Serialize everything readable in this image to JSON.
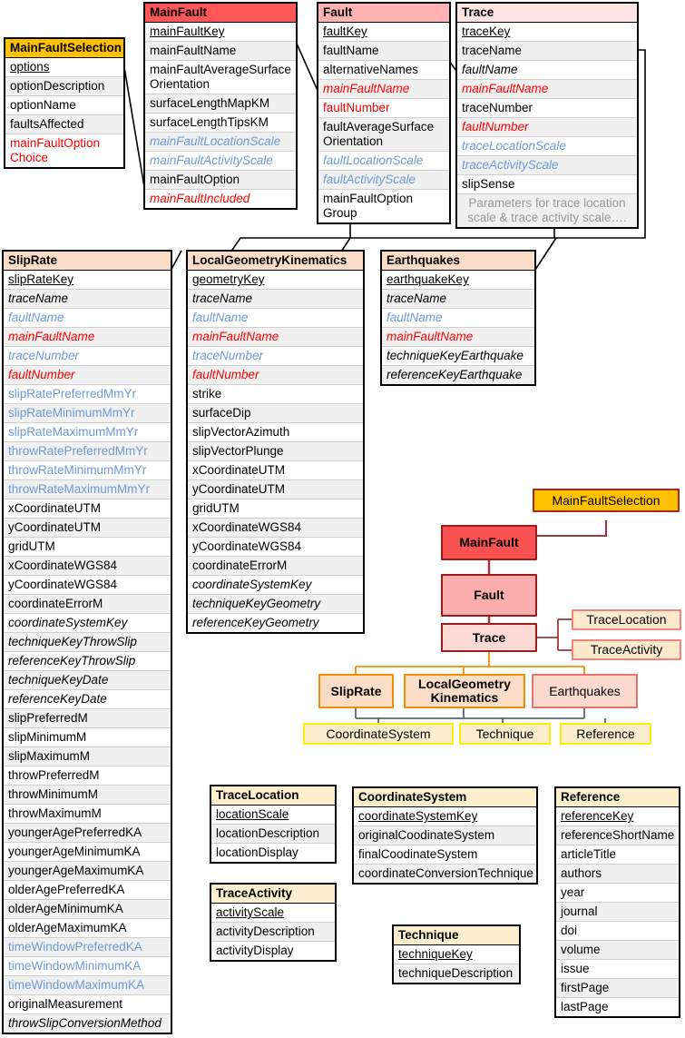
{
  "colors": {
    "header_orange": "#ffc000",
    "header_red": "#ff5757",
    "header_pink": "#ffb2b2",
    "header_light_pink": "#ffe3e3",
    "header_peach": "#fbdcc7",
    "header_cream": "#fdefcd",
    "foreign_key_red": "#ff0000",
    "foreign_key_blue": "#6c9bd8",
    "note_grey": "#999999"
  },
  "tables": {
    "main_fault_selection": {
      "title": "MainFaultSelection",
      "fields": [
        "options",
        "optionDescription",
        "optionName",
        "faultsAffected",
        "mainFaultOption Choice"
      ]
    },
    "main_fault": {
      "title": "MainFault",
      "fields": [
        "mainFaultKey",
        "mainFaultName",
        "mainFaultAverageSurface Orientation",
        "surfaceLengthMapKM",
        "surfaceLengthTipsKM",
        "mainFaultLocationScale",
        "mainFaultActivityScale",
        "mainFaultOption",
        "mainFaultIncluded"
      ]
    },
    "fault": {
      "title": "Fault",
      "fields": [
        "faultKey",
        "faultName",
        "alternativeNames",
        "mainFaultName",
        "faultNumber",
        "faultAverageSurface Orientation",
        "faultLocationScale",
        "faultActivityScale",
        "mainFaultOption Group"
      ]
    },
    "trace": {
      "title": "Trace",
      "fields": [
        "traceKey",
        "traceName",
        "faultName",
        "mainFaultName",
        "traceNumber",
        "faultNumber",
        "traceLocationScale",
        "traceActivityScale",
        "slipSense",
        "Parameters for trace location scale & trace activity scale…."
      ]
    },
    "slip_rate": {
      "title": "SlipRate",
      "fields": [
        "slipRateKey",
        "traceName",
        "faultName",
        "mainFaultName",
        "traceNumber",
        "faultNumber",
        "slipRatePreferredMmYr",
        "slipRateMinimumMmYr",
        "slipRateMaximumMmYr",
        "throwRatePreferredMmYr",
        "throwRateMinimumMmYr",
        "throwRateMaximumMmYr",
        "xCoordinateUTM",
        "yCoordinateUTM",
        "gridUTM",
        "xCoordinateWGS84",
        "yCoordinateWGS84",
        "coordinateErrorM",
        "coordinateSystemKey",
        "techniqueKeyThrowSlip",
        "referenceKeyThrowSlip",
        "techniqueKeyDate",
        "referenceKeyDate",
        "slipPreferredM",
        "slipMinimumM",
        "slipMaximumM",
        "throwPreferredM",
        "throwMinimumM",
        "throwMaximumM",
        "youngerAgePreferredKA",
        "youngerAgeMinimumKA",
        "youngerAgeMaximumKA",
        "olderAgePreferredKA",
        "olderAgeMinimumKA",
        "olderAgeMaximumKA",
        "timeWindowPreferredKA",
        "timeWindowMinimumKA",
        "timeWindowMaximumKA",
        "originalMeasurement",
        "throwSlipConversionMethod"
      ]
    },
    "local_geometry_kinematics": {
      "title": "LocalGeometryKinematics",
      "fields": [
        "geometryKey",
        "traceName",
        "faultName",
        "mainFaultName",
        "traceNumber",
        "faultNumber",
        "strike",
        "surfaceDip",
        "slipVectorAzimuth",
        "slipVectorPlunge",
        "xCoordinateUTM",
        "yCoordinateUTM",
        "gridUTM",
        "xCoordinateWGS84",
        "yCoordinateWGS84",
        "coordinateErrorM",
        "coordinateSystemKey",
        "techniqueKeyGeometry",
        "referenceKeyGeometry"
      ]
    },
    "earthquakes": {
      "title": "Earthquakes",
      "fields": [
        "earthquakeKey",
        "traceName",
        "faultName",
        "mainFaultName",
        "techniqueKeyEarthquake",
        "referenceKeyEarthquake"
      ]
    },
    "trace_location": {
      "title": "TraceLocation",
      "fields": [
        "locationScale",
        "locationDescription",
        "locationDisplay"
      ]
    },
    "trace_activity": {
      "title": "TraceActivity",
      "fields": [
        "activityScale",
        "activityDescription",
        "activityDisplay"
      ]
    },
    "coordinate_system": {
      "title": "CoordinateSystem",
      "fields": [
        "coordinateSystemKey",
        "originalCoodinateSystem",
        "finalCoodinateSystem",
        "coordinateConversionTechnique"
      ]
    },
    "technique": {
      "title": "Technique",
      "fields": [
        "techniqueKey",
        "techniqueDescription"
      ]
    },
    "reference": {
      "title": "Reference",
      "fields": [
        "referenceKey",
        "referenceShortName",
        "articleTitle",
        "authors",
        "year",
        "journal",
        "doi",
        "volume",
        "issue",
        "firstPage",
        "lastPage"
      ]
    }
  },
  "hierarchy": {
    "nodes": [
      {
        "id": "main-fault-selection",
        "label": "MainFaultSelection"
      },
      {
        "id": "main-fault",
        "label": "MainFault"
      },
      {
        "id": "fault",
        "label": "Fault"
      },
      {
        "id": "trace",
        "label": "Trace"
      },
      {
        "id": "trace-location",
        "label": "TraceLocation"
      },
      {
        "id": "trace-activity",
        "label": "TraceActivity"
      },
      {
        "id": "slip-rate",
        "label": "SlipRate"
      },
      {
        "id": "local-geometry-kinematics-line1",
        "label": "LocalGeometry"
      },
      {
        "id": "local-geometry-kinematics-line2",
        "label": "Kinematics"
      },
      {
        "id": "earthquakes",
        "label": "Earthquakes"
      },
      {
        "id": "coordinate-system",
        "label": "CoordinateSystem"
      },
      {
        "id": "technique",
        "label": "Technique"
      },
      {
        "id": "reference",
        "label": "Reference"
      }
    ]
  }
}
